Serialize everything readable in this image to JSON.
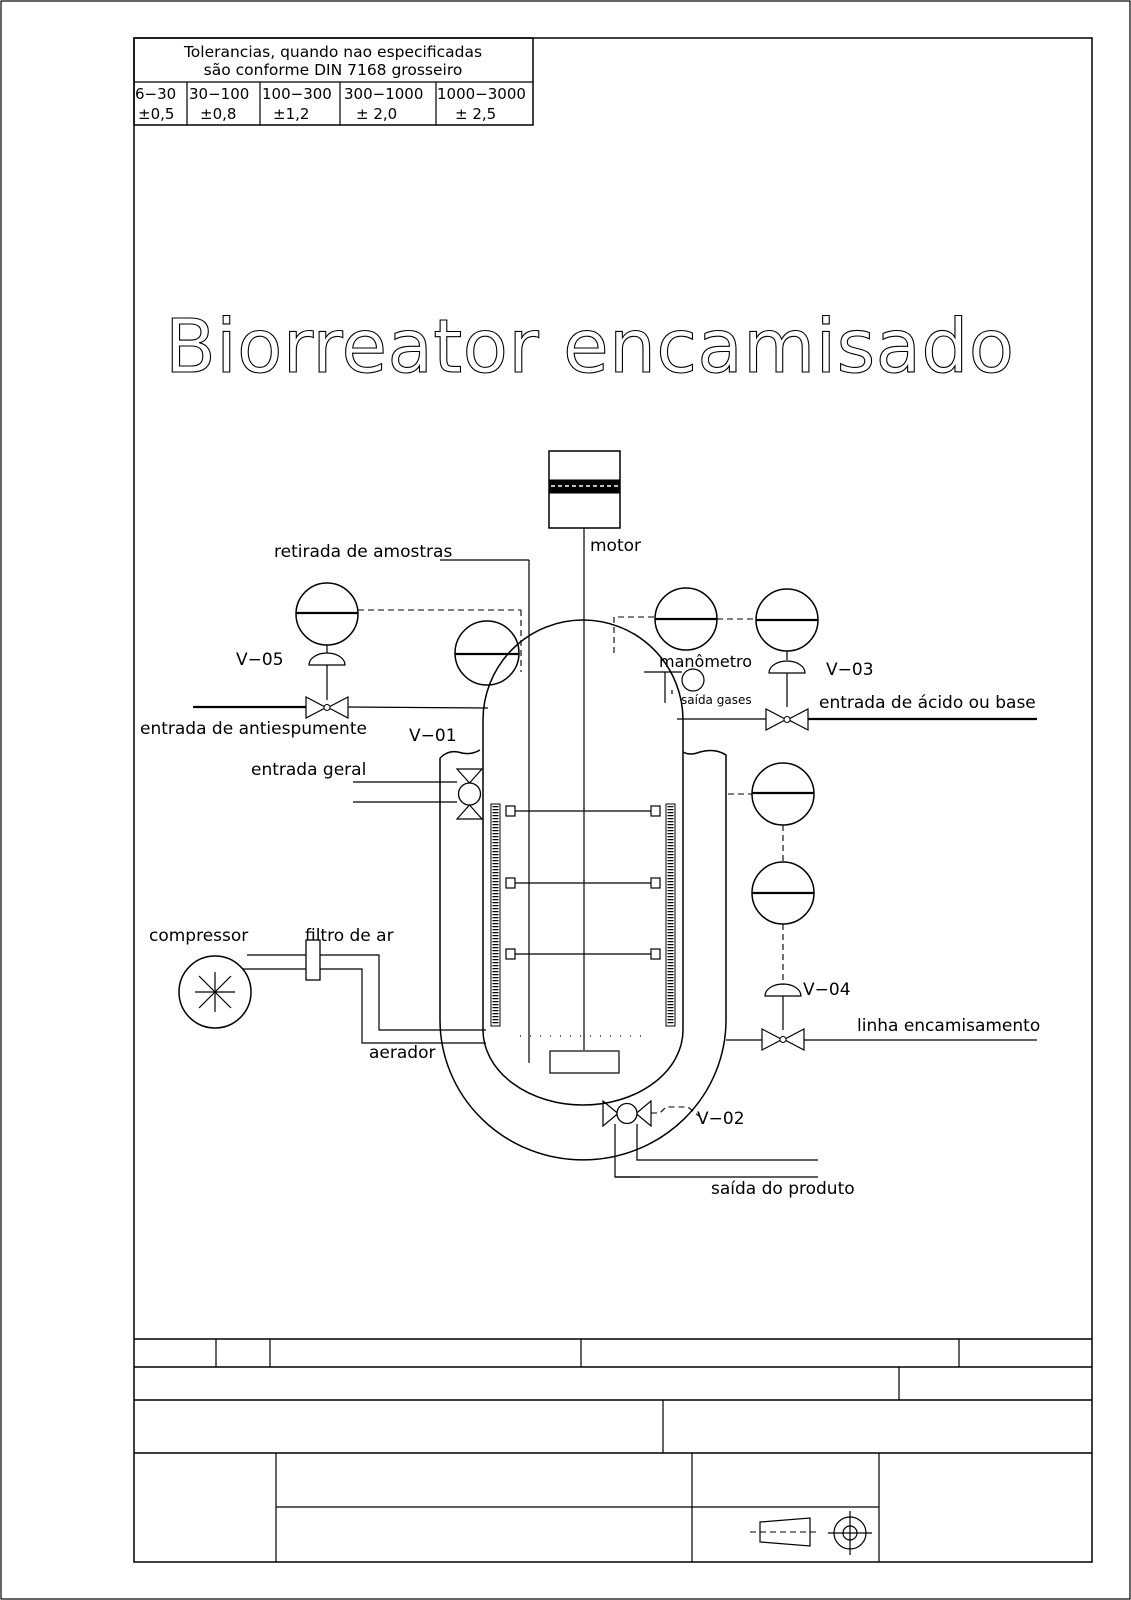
{
  "tolerance_table": {
    "header_line1": "Tolerancias, quando nao especificadas",
    "header_line2": "são conforme DIN 7168 grosseiro",
    "columns": [
      {
        "range": "6−30",
        "tol": "±0,5"
      },
      {
        "range": "30−100",
        "tol": "±0,8"
      },
      {
        "range": "100−300",
        "tol": "±1,2"
      },
      {
        "range": "300−1000",
        "tol": "± 2,0"
      },
      {
        "range": "1000−3000",
        "tol": "± 2,5"
      }
    ]
  },
  "title": "Biorreator encamisado",
  "labels": {
    "motor": "motor",
    "retirada": "retirada de amostras",
    "v05": "V−05",
    "entrada_antiespumente": "entrada de antiespumente",
    "v01": "V−01",
    "entrada_geral": "entrada geral",
    "compressor": "compressor",
    "filtro": "filtro de ar",
    "aerador": "aerador",
    "manometro": "manômetro",
    "saida_gases": "saída gases",
    "v03": "V−03",
    "entrada_acido": "entrada de ácido ou base",
    "v04": "V−04",
    "linha_encamisamento": "linha encamisamento",
    "v02": "V−02",
    "saida_produto": "saída do produto"
  }
}
